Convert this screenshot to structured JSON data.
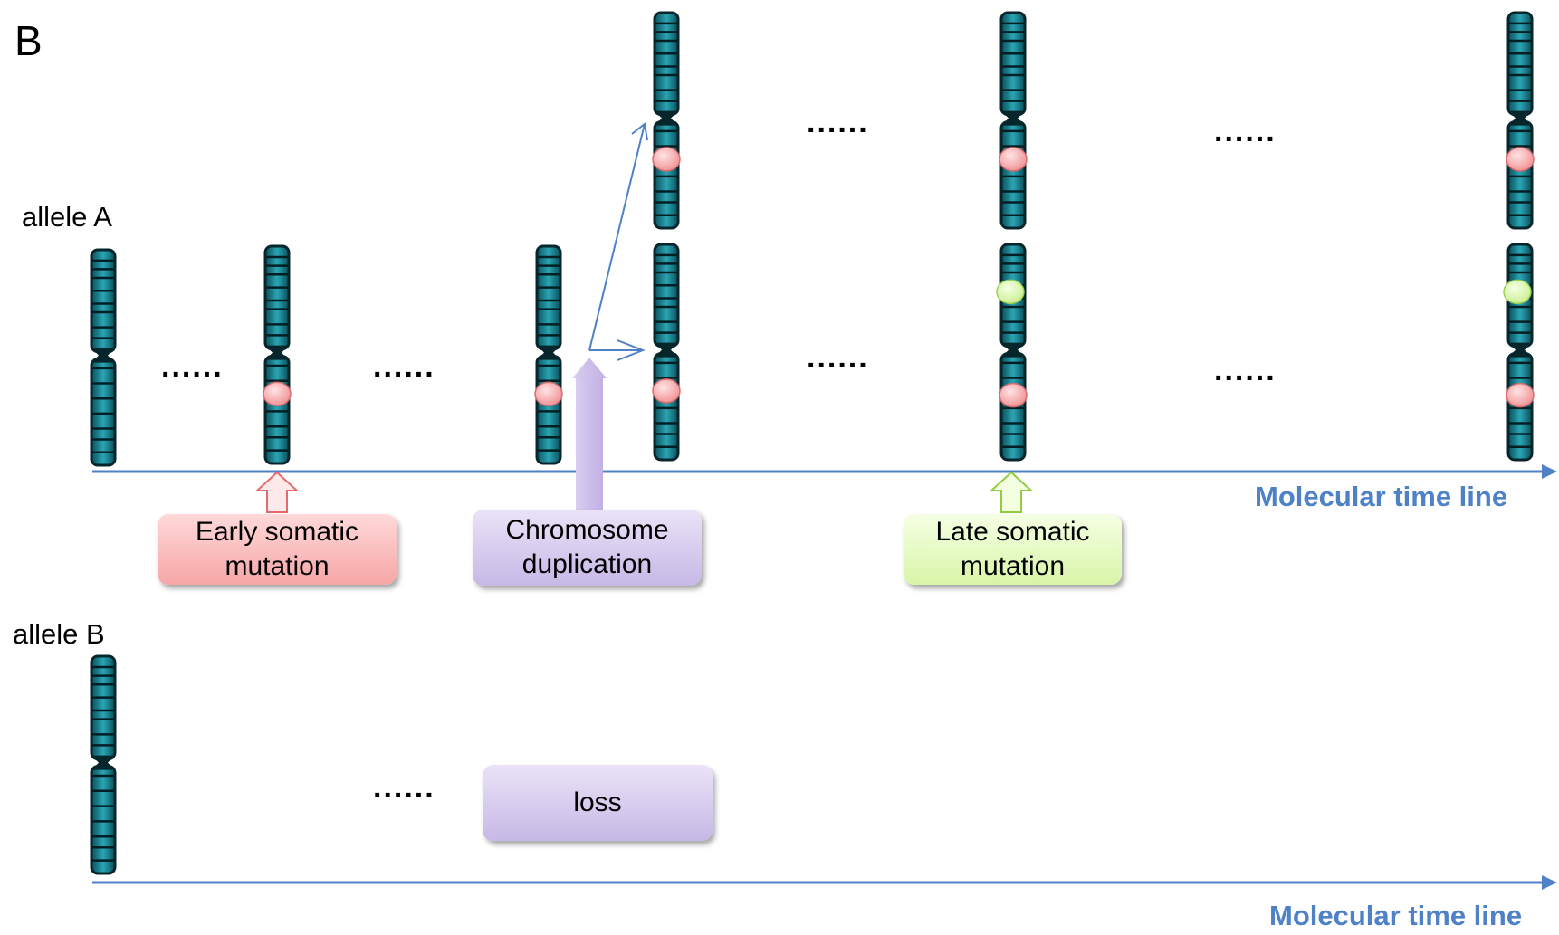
{
  "panel_label": "B",
  "allele_a": {
    "label": "allele A",
    "timeline_label": "Molecular time line"
  },
  "allele_b": {
    "label": "allele B",
    "timeline_label": "Molecular time line"
  },
  "ellipsis": "......",
  "events": {
    "early": "Early somatic mutation",
    "duplication": "Chromosome duplication",
    "late": "Late somatic mutation",
    "loss": "loss"
  },
  "colors": {
    "timeline": "#4f81c7",
    "chromosome": "#1a7f8c",
    "early_mutation": "#f4a7a8",
    "late_mutation": "#d6f5a6",
    "duplication_arrow": "#c9b9e8"
  }
}
